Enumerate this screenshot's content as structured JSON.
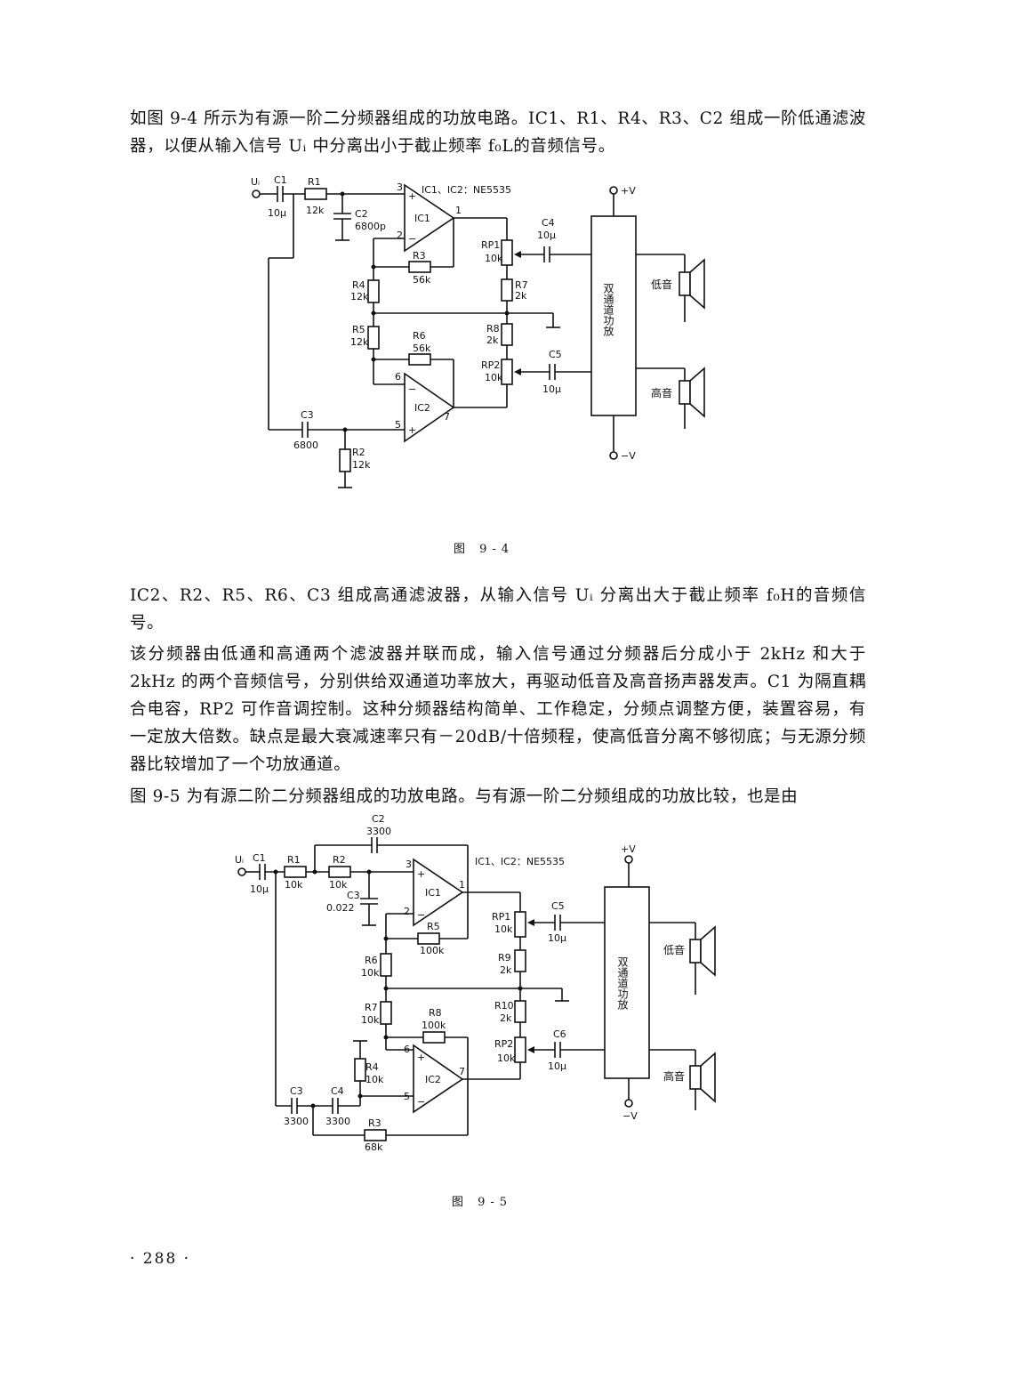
{
  "paragraphs": {
    "p1": "如图 9-4 所示为有源一阶二分频器组成的功放电路。IC1、R1、R4、R3、C2 组成一阶低通滤波器，以便从输入信号 Uᵢ 中分离出小于截止频率 f₀L的音频信号。",
    "p2": "IC2、R2、R5、R6、C3 组成高通滤波器，从输入信号 Uᵢ 分离出大于截止频率 f₀H的音频信号。",
    "p3": "该分频器由低通和高通两个滤波器并联而成，输入信号通过分频器后分成小于 2kHz 和大于 2kHz 的两个音频信号，分别供给双通道功率放大，再驱动低音及高音扬声器发声。C1 为隔直耦合电容，RP2 可作音调控制。这种分频器结构简单、工作稳定，分频点调整方便，装置容易，有一定放大倍数。缺点是最大衰减速率只有－20dB/十倍频程，使高低音分离不够彻底；与无源分频器比较增加了一个功放通道。",
    "p4": "图 9-5 为有源二阶二分频器组成的功放电路。与有源一阶二分频组成的功放比较，也是由"
  },
  "figure1": {
    "caption": "图 9-4",
    "ic_note": "IC1、IC2：NE5535",
    "input": "Uᵢ",
    "c1": "C1",
    "c1v": "10μ",
    "r1": "R1",
    "r1v": "12k",
    "c2": "C2",
    "c2v": "6800p",
    "ic1": "IC1",
    "ic2": "IC2",
    "r3": "R3",
    "r3v": "56k",
    "r4": "R4",
    "r4v": "12k",
    "r5": "R5",
    "r5v": "12k",
    "r6": "R6",
    "r6v": "56k",
    "c3": "C3",
    "c3v": "6800",
    "r2": "R2",
    "r2v": "12k",
    "rp1": "RP1",
    "rp1v": "10k",
    "r7": "R7",
    "r7v": "2k",
    "r8": "R8",
    "r8v": "2k",
    "rp2": "RP2",
    "rp2v": "10k",
    "c4": "C4",
    "c4v": "10μ",
    "c5": "C5",
    "c5v": "10μ",
    "amp": "双通道功放",
    "vplus": "+V",
    "vminus": "−V",
    "bass": "低音",
    "treble": "高音",
    "pin3": "3",
    "pin2": "2",
    "pin1": "1",
    "pin6": "6",
    "pin5": "5",
    "pin7": "7"
  },
  "figure2": {
    "caption": "图 9-5",
    "ic_note": "IC1、IC2：NE5535",
    "input": "Uᵢ",
    "c1": "C1",
    "c1v": "10μ",
    "r1": "R1",
    "r1v": "10k",
    "r2": "R2",
    "r2v": "10k",
    "c2": "C2",
    "c2v": "3300",
    "c3": "C3",
    "c3v": "0.022",
    "ic1": "IC1",
    "ic2": "IC2",
    "r5": "R5",
    "r5v": "100k",
    "r6": "R6",
    "r6v": "10k",
    "r7": "R7",
    "r7v": "10k",
    "r8": "R8",
    "r8v": "100k",
    "r4": "R4",
    "r4v": "10k",
    "c3b": "C3",
    "c3bv": "3300",
    "c4": "C4",
    "c4v": "3300",
    "r3": "R3",
    "r3v": "68k",
    "rp1": "RP1",
    "rp1v": "10k",
    "r9": "R9",
    "r9v": "2k",
    "r10": "R10",
    "r10v": "2k",
    "rp2": "RP2",
    "rp2v": "10k",
    "c5": "C5",
    "c5v": "10μ",
    "c6": "C6",
    "c6v": "10μ",
    "amp": "双通道功放",
    "vplus": "+V",
    "vminus": "−V",
    "bass": "低音",
    "treble": "高音",
    "pin3": "3",
    "pin2": "2",
    "pin1": "1",
    "pin6": "6",
    "pin5": "5",
    "pin7": "7"
  },
  "page_number": "· 288 ·"
}
